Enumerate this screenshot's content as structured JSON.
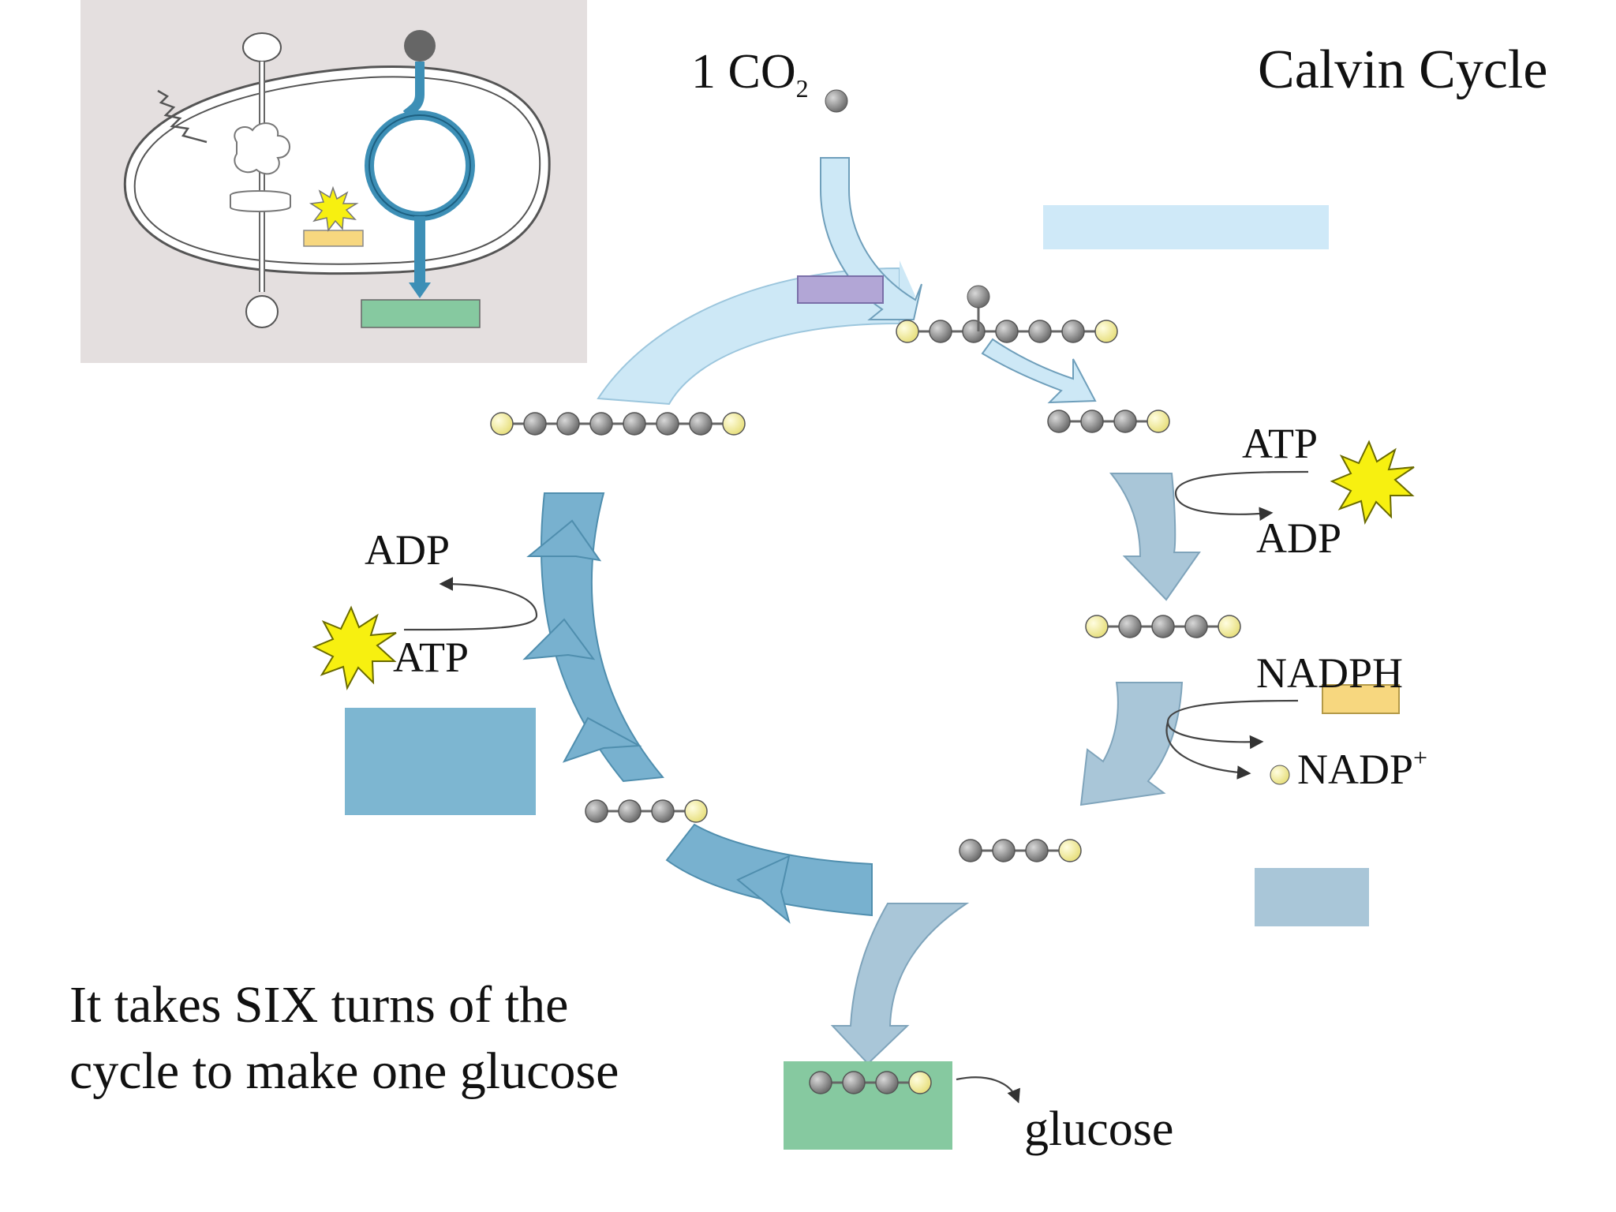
{
  "title": "Calvin Cycle",
  "co2": {
    "coefficient": "1",
    "molecule": "CO",
    "subscript": "2"
  },
  "energy_labels": {
    "atp_right": "ATP",
    "adp_right": "ADP",
    "nadph": "NADPH",
    "nadp": "NADP",
    "nadp_sup": "+",
    "adp_left": "ADP",
    "atp_left": "ATP"
  },
  "product_label": "glucose",
  "caption": "It takes SIX turns of the cycle to make one glucose",
  "colors": {
    "arrow_light": "#cde8f6",
    "arrow_mid": "#a9c6d8",
    "arrow_dark": "#78b1cf",
    "placeholder_light_blue": "#cfe9f8",
    "placeholder_mid_blue": "#a9c6d8",
    "placeholder_dark_blue": "#7db6d1",
    "placeholder_purple": "#b2a6d6",
    "placeholder_yellow": "#f7d77f",
    "placeholder_green": "#86c9a0",
    "carbon_atom": "#8a8a8a",
    "phosphate": "#f5f0a0",
    "energy_burst": "#f7f010",
    "inset_background": "#e4dfdf",
    "inset_cycle": "#3d8fb6"
  }
}
